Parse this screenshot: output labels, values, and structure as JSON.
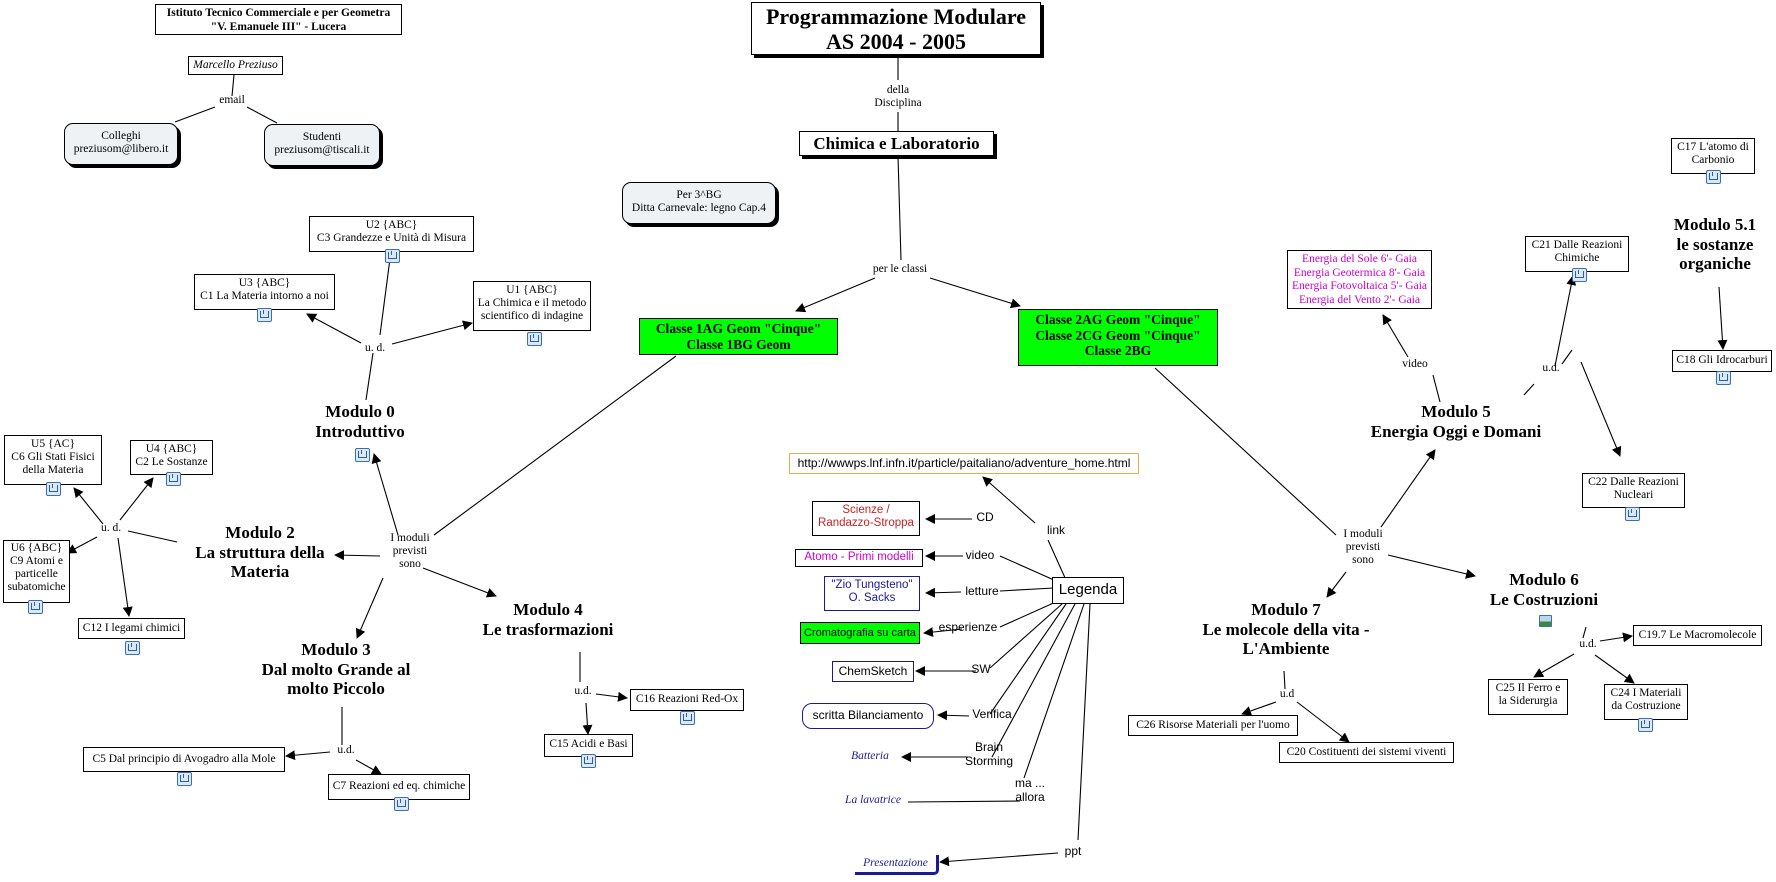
{
  "header": {
    "school": [
      "Istituto Tecnico Commerciale e per Geometra",
      "\"V. Emanuele III\" - Lucera"
    ],
    "author": "Marcello Preziuso",
    "email_label": "email",
    "contact_colleghi": [
      "Colleghi",
      "preziusom@libero.it"
    ],
    "contact_studenti": [
      "Studenti",
      "preziusom@tiscali.it"
    ]
  },
  "title": [
    "Programmazione Modulare",
    "AS 2004 - 2005"
  ],
  "della_disciplina": [
    "della",
    "Disciplina"
  ],
  "discipline": "Chimica e Laboratorio",
  "per_le_classi": "per le classi",
  "note_3bg": [
    "Per 3^BG",
    "Ditta Carnevale: legno Cap.4"
  ],
  "classes_left": [
    "Classe 1AG Geom \"Cinque\"",
    "Classe 1BG Geom"
  ],
  "classes_right": [
    "Classe 2AG Geom \"Cinque\"",
    "Classe 2CG Geom \"Cinque\"",
    "Classe 2BG"
  ],
  "moduli_label": [
    "I moduli",
    "previsti",
    "sono"
  ],
  "ud": "u. d.",
  "ud_dot": "u.d.",
  "ud_nodot": "u.d",
  "left": {
    "m0": [
      "Modulo 0",
      "Introduttivo"
    ],
    "m2": [
      "Modulo 2",
      "La struttura della",
      "Materia"
    ],
    "m3": [
      "Modulo 3",
      "Dal molto Grande al",
      "molto Piccolo"
    ],
    "m4": [
      "Modulo 4",
      "Le trasformazioni"
    ],
    "u2": [
      "U2 {ABC}",
      "C3 Grandezze e Unità di Misura"
    ],
    "u3": [
      "U3 {ABC}",
      "C1 La Materia intorno a noi"
    ],
    "u1": [
      "U1 {ABC}",
      "La Chimica e il metodo",
      "scientifico di indagine"
    ],
    "u5": [
      "U5 {AC}",
      "C6 Gli Stati Fisici",
      "della Materia"
    ],
    "u4": [
      "U4 {ABC}",
      "C2 Le Sostanze"
    ],
    "u6": [
      "U6 {ABC}",
      "C9 Atomi e",
      "particelle",
      "subatomiche"
    ],
    "c12": "C12 I legami chimici",
    "c5": "C5 Dal principio di Avogadro alla Mole",
    "c7": "C7 Reazioni ed eq. chimiche",
    "c16": "C16 Reazioni Red-Ox",
    "c15": "C15 Acidi e Basi"
  },
  "right": {
    "m5": [
      "Modulo 5",
      "Energia Oggi e Domani"
    ],
    "m51": [
      "Modulo 5.1",
      "le sostanze",
      "organiche"
    ],
    "m6": [
      "Modulo 6",
      "Le Costruzioni"
    ],
    "m7": [
      "Modulo 7",
      "Le molecole della vita -",
      "L'Ambiente"
    ],
    "video": "video",
    "video_box": [
      "Energia del Sole 6'- Gaia",
      "Energia Geotermica 8'- Gaia",
      "Energia Fotovoltaica 5'- Gaia",
      "Energia del Vento 2'- Gaia"
    ],
    "c17": [
      "C17 L'atomo di",
      "Carbonio"
    ],
    "c21": [
      "C21 Dalle Reazioni",
      "Chimiche"
    ],
    "c18": "C18 Gli Idrocarburi",
    "c22": [
      "C22 Dalle Reazioni",
      "Nucleari"
    ],
    "c19": "C19.7 Le Macromolecole",
    "c25": [
      "C25 Il Ferro e",
      "la Siderurgia"
    ],
    "c24": [
      "C24 I Materiali",
      "da Costruzione"
    ],
    "c26": "C26 Risorse Materiali per l'uomo",
    "c20": "C20 Costituenti dei sistemi viventi"
  },
  "legend": {
    "title": "Legenda",
    "url": "http://wwwps.lnf.infn.it/particle/paitaliano/adventure_home.html",
    "link": "link",
    "cd": "CD",
    "cd_box": [
      "Scienze /",
      "Randazzo-Stroppa"
    ],
    "video": "video",
    "video_box": "Atomo - Primi modelli",
    "letture": "letture",
    "letture_box": [
      "\"Zio Tungsteno\"",
      "O. Sacks"
    ],
    "esperienze": "esperienze",
    "esperienze_box": "Cromatografia su carta",
    "sw": "SW",
    "sw_box": "ChemSketch",
    "verifica": "Verifica",
    "verifica_box": "scritta Bilanciamento",
    "brain": [
      "Brain",
      "Storming"
    ],
    "brain_box": "Batteria",
    "ma": [
      "ma ...",
      "allora"
    ],
    "ma_box": "La lavatrice",
    "ppt": "ppt",
    "ppt_box": "Presentazione"
  },
  "colors": {
    "green": "#00ff00",
    "purple": "#cc00cc",
    "red": "#cc2222",
    "navy": "#1a1a99",
    "url_border": "#e3b04a"
  },
  "icons": [
    "concept-map-icon",
    "image-icon"
  ]
}
